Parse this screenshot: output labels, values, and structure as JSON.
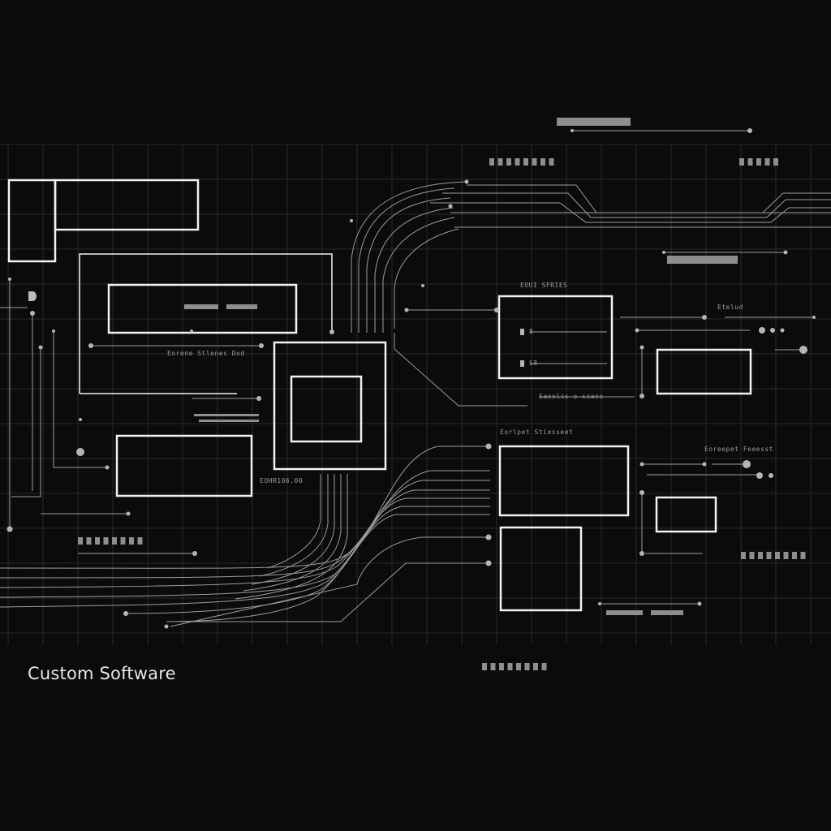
{
  "caption": "Custom Software",
  "labels": {
    "panel_a": "Eorene Stlenes  Dod",
    "chip": "EOHR106.00",
    "panel_b_title": "EOUI SFRIES",
    "panel_b_row1": "8",
    "panel_b_row2": "S8",
    "side_right_1": "Etelud",
    "side_right_2": "Saeolis o seaee",
    "panel_c_title": "Eorlpet Stiesseet",
    "side_right_3": "Eoreepet Feeesst"
  },
  "colors": {
    "background": "#0b0b0b",
    "outline": "#f2f2f2",
    "trace": "#9c9c9c",
    "grid": "#2a2a2a"
  }
}
